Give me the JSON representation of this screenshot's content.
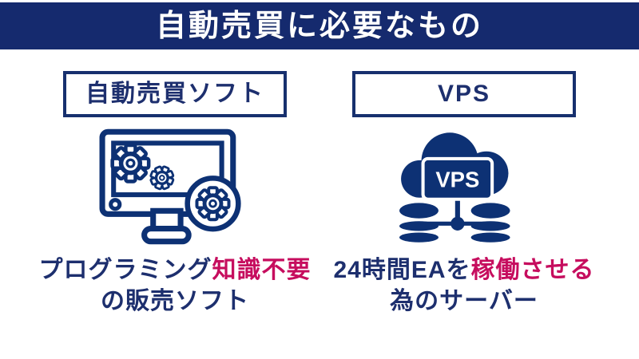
{
  "header": {
    "title": "自動売買に必要なもの",
    "bg_color": "#152a6e",
    "text_color": "#ffffff"
  },
  "colors": {
    "navy_text": "#1d2f6e",
    "navy_border": "#17306e",
    "icon_navy": "#0d3174",
    "accent_red": "#c60d5e",
    "background": "#ffffff"
  },
  "columns": [
    {
      "id": "software",
      "label": "自動売買ソフト",
      "icon": "monitor-gears-icon",
      "caption": {
        "line1_normal": "プログラミング",
        "line1_highlight": "知識不要",
        "line2": "の販売ソフト"
      }
    },
    {
      "id": "vps",
      "label": "VPS",
      "icon": "cloud-vps-database-icon",
      "icon_sign_text": "VPS",
      "caption": {
        "line1_normal": "24時間EAを",
        "line1_highlight": "稼働させる",
        "line2": "為のサーバー"
      }
    }
  ]
}
